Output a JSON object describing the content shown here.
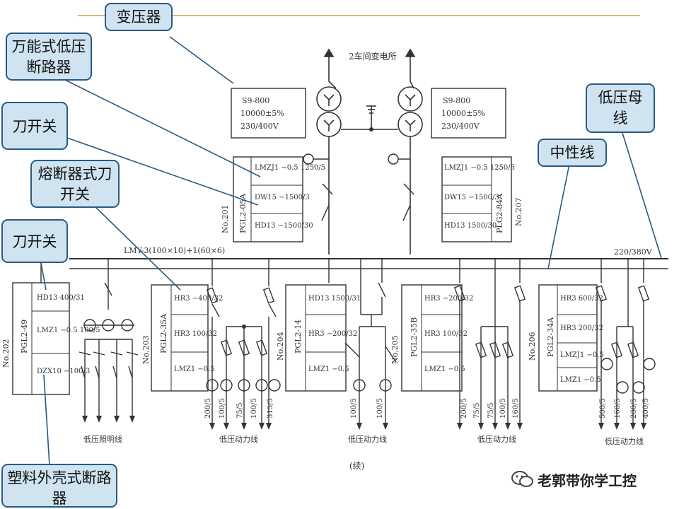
{
  "callouts": {
    "transformer": "变压器",
    "acb": "万能式低压断路器",
    "knife_switch_top": "刀开关",
    "fuse_switch": "熔断器式刀开关",
    "knife_switch_left": "刀开关",
    "mccb": "塑料外壳式断路器",
    "lv_busbar": "低压母线",
    "neutral": "中性线"
  },
  "diagram": {
    "substation_title": "2车间变电所",
    "bus_label": "LMY-3(100×10)+1(60×6)",
    "voltage_label": "220/380V",
    "caption": "(续)",
    "transformer_left": [
      "S9-800",
      "10000±5%",
      "230/400V"
    ],
    "transformer_right": [
      "S9-800",
      "10000±5%",
      "230/400V"
    ],
    "panel_201": {
      "no": "No.201",
      "type": "PGL2-05A",
      "items": [
        "LMZJ1 −0.5 1250/5",
        "DW15 −1500/3",
        "HD13 −1500/30"
      ]
    },
    "panel_207": {
      "no": "No.207",
      "type": "PLG2-84A",
      "items": [
        "LMZJ1 −0.5 1250/5",
        "DW15 −1500/3",
        "HD13 1500/30"
      ]
    },
    "panel_202": {
      "no": "No.202",
      "type": "PGL2-49",
      "items": [
        "HD13 400/31",
        "LMZ1 −0.5 100/5",
        "DZX10 −100/3"
      ],
      "feeder": "低压照明线"
    },
    "panel_203": {
      "no": "No.203",
      "type": "PGL2-35A",
      "items": [
        "HR3 −400/32",
        "HR3 100/32",
        "LMZ1 −0.5"
      ],
      "feeder": "低压动力线",
      "ratings": [
        "200/5",
        "100/5",
        "75/5",
        "100/5",
        "315/5"
      ]
    },
    "panel_204": {
      "no": "No.204",
      "type": "PGL2-14",
      "items": [
        "HD13 1500/31",
        "HR3 −200/32",
        "LMZ1 −0.5"
      ],
      "feeder": "低压动力线",
      "ratings": [
        "100/5",
        "100/5"
      ]
    },
    "panel_205": {
      "no": "No.205",
      "type": "PGL2-35B",
      "items": [
        "HR3 −200/32",
        "HR3 100/32",
        "LMZ1 −0.5"
      ],
      "feeder": "低压动力线",
      "ratings": [
        "200/5",
        "75/5",
        "75/5",
        "100/5",
        "160/5"
      ]
    },
    "panel_206": {
      "no": "No.206",
      "type": "PGL2-34A",
      "items": [
        "HR3 600/32",
        "HR3 200/32",
        "LMZJ1 −0.5",
        "LMZ1 −0.5"
      ],
      "feeder": "低压动力线",
      "ratings": [
        "500/5",
        "160/5",
        "200/5",
        "400/5"
      ]
    }
  },
  "watermark": {
    "text": "老郭带你学工控",
    "icon": "wechat-icon"
  }
}
